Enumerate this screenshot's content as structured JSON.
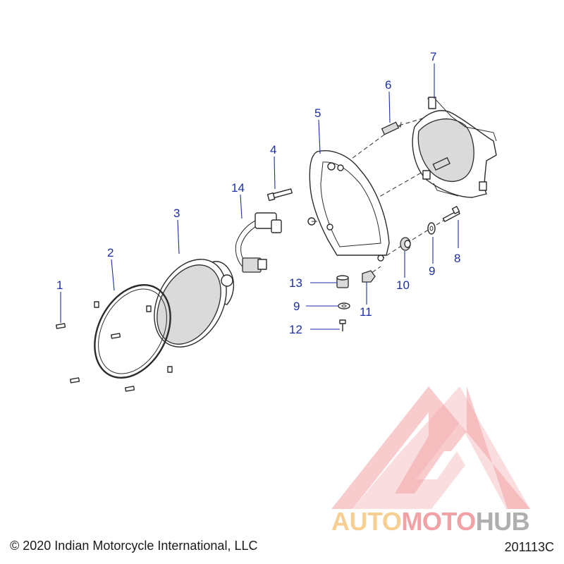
{
  "diagram": {
    "callouts": [
      {
        "id": "c1",
        "label": "1"
      },
      {
        "id": "c2",
        "label": "2"
      },
      {
        "id": "c3",
        "label": "3"
      },
      {
        "id": "c4",
        "label": "4"
      },
      {
        "id": "c5",
        "label": "5"
      },
      {
        "id": "c6",
        "label": "6"
      },
      {
        "id": "c7",
        "label": "7"
      },
      {
        "id": "c8",
        "label": "8"
      },
      {
        "id": "c9a",
        "label": "9"
      },
      {
        "id": "c9b",
        "label": "9"
      },
      {
        "id": "c10",
        "label": "10"
      },
      {
        "id": "c11",
        "label": "11"
      },
      {
        "id": "c12",
        "label": "12"
      },
      {
        "id": "c13",
        "label": "13"
      },
      {
        "id": "c14",
        "label": "14"
      }
    ]
  },
  "footer": {
    "copyright": "© 2020 Indian Motorcycle International, LLC",
    "drawing_number": "201113C"
  },
  "watermark": {
    "part1": "AUTO",
    "part2": "MOTO",
    "part3": "HUB",
    "color_red": "#e8555a",
    "color_orange": "#f2a93b",
    "color_gray": "#6f6f6f"
  },
  "colors": {
    "callout": "#1c2fa8",
    "line": "#2b2b2b"
  }
}
